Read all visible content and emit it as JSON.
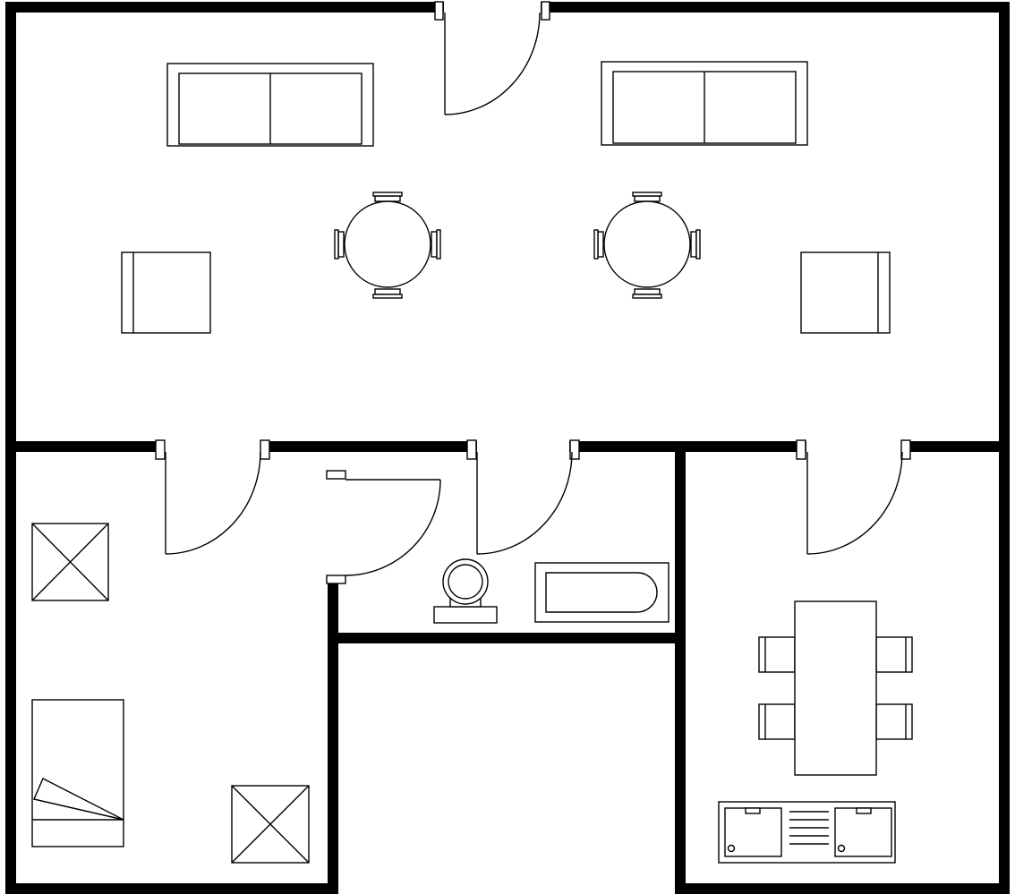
{
  "plan": {
    "colors": {
      "wall": "#000000",
      "background": "#ffffff",
      "fixture": "#000000"
    },
    "rooms": [
      {
        "id": "living-room"
      },
      {
        "id": "bedroom"
      },
      {
        "id": "bathroom"
      },
      {
        "id": "hallway"
      },
      {
        "id": "kitchen"
      }
    ],
    "icons": [
      "door-swing-icon",
      "sofa-icon",
      "armchair-icon",
      "round-table-icon",
      "chair-icon",
      "nightstand-icon",
      "bed-icon",
      "toilet-icon",
      "bathtub-icon",
      "dining-table-icon",
      "sink-icon"
    ]
  }
}
